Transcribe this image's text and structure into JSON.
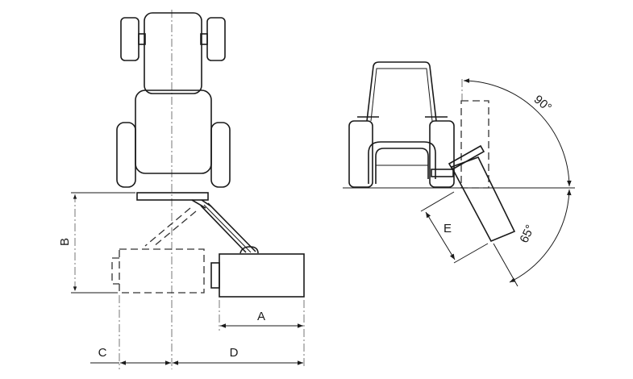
{
  "diagram": {
    "top_view": {
      "labels": {
        "A": "A",
        "B": "B",
        "C": "C",
        "D": "D"
      }
    },
    "rear_view": {
      "labels": {
        "E": "E",
        "angle_up": "90°",
        "angle_down": "65°"
      }
    }
  }
}
